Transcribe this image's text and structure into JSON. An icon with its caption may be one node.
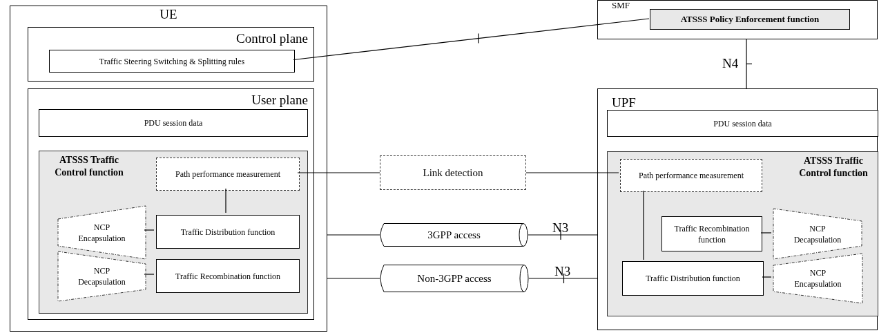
{
  "diagram": {
    "nodes": [
      {
        "text": [
          "UE"
        ]
      },
      {
        "text": [
          "Control plane"
        ],
        "in": 0
      },
      {
        "text": [
          "Traffic Steering Switching & Splitting rules"
        ],
        "in": 1
      },
      {
        "text": [
          "User plane"
        ],
        "in": 0
      },
      {
        "text": [
          "PDU session data"
        ],
        "in": 3
      },
      {
        "text": [
          "ATSSS Traffic Control function"
        ],
        "in": 3
      },
      {
        "text": [
          "Path performance measurement"
        ],
        "in": 5
      },
      {
        "text": [
          "NCP Encapsulation"
        ],
        "in": 5
      },
      {
        "text": [
          "Traffic Distribution function"
        ],
        "in": 5
      },
      {
        "text": [
          "NCP Decapsulation"
        ],
        "in": 5
      },
      {
        "text": [
          "Traffic Recombination function"
        ],
        "in": 5
      },
      {
        "text": [
          "SMF"
        ]
      },
      {
        "text": [
          "ATSSS Policy Enforcement function"
        ],
        "in": 11
      },
      {
        "text": [
          "Link detection"
        ]
      },
      {
        "text": [
          "3GPP access"
        ]
      },
      {
        "text": [
          "Non-3GPP access"
        ]
      },
      {
        "text": [
          "UPF"
        ]
      },
      {
        "text": [
          "PDU session data"
        ],
        "in": 16
      },
      {
        "text": [
          "ATSSS Traffic Control function"
        ],
        "in": 16
      },
      {
        "text": [
          "Path performance measurement"
        ],
        "in": 18
      },
      {
        "text": [
          "Traffic Recombination function"
        ],
        "in": 18
      },
      {
        "text": [
          "NCP Decapsulation"
        ],
        "in": 18
      },
      {
        "text": [
          "Traffic Distribution function"
        ],
        "in": 18
      },
      {
        "text": [
          "NCP Encapsulation"
        ],
        "in": 18
      }
    ],
    "edges": [
      {
        "from": 2,
        "to": 12,
        "arrow": "none"
      },
      {
        "from": 11,
        "to": 16,
        "arrow": "none",
        "label": "N4"
      },
      {
        "from": 6,
        "to": 13,
        "arrow": "none"
      },
      {
        "from": 13,
        "to": 19,
        "arrow": "none"
      },
      {
        "from": 6,
        "to": 8,
        "arrow": "none"
      },
      {
        "from": 7,
        "to": 8,
        "arrow": "none"
      },
      {
        "from": 9,
        "to": 10,
        "arrow": "none"
      },
      {
        "from": 0,
        "to": 14,
        "arrow": "none"
      },
      {
        "from": 14,
        "to": 16,
        "arrow": "none",
        "label": "N3"
      },
      {
        "from": 0,
        "to": 15,
        "arrow": "none"
      },
      {
        "from": 15,
        "to": 16,
        "arrow": "none",
        "label": "N3"
      },
      {
        "from": 19,
        "to": 22,
        "arrow": "none"
      },
      {
        "from": 20,
        "to": 21,
        "arrow": "none"
      },
      {
        "from": 22,
        "to": 23,
        "arrow": "none"
      }
    ]
  }
}
